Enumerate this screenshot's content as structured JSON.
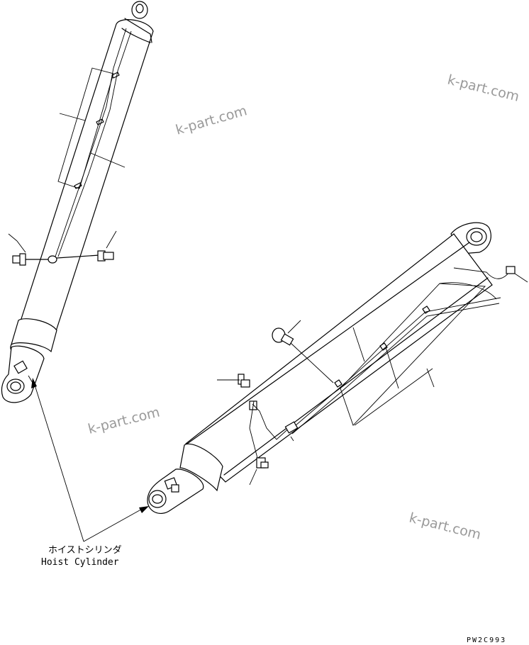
{
  "labels": {
    "part_name_jp": "ホイストシリンダ",
    "part_name_en": "Hoist Cylinder"
  },
  "drawing_code": "PW2C993",
  "watermarks": [
    "k-part.com",
    "k-part.com",
    "k-part.com",
    "k-part.com"
  ]
}
